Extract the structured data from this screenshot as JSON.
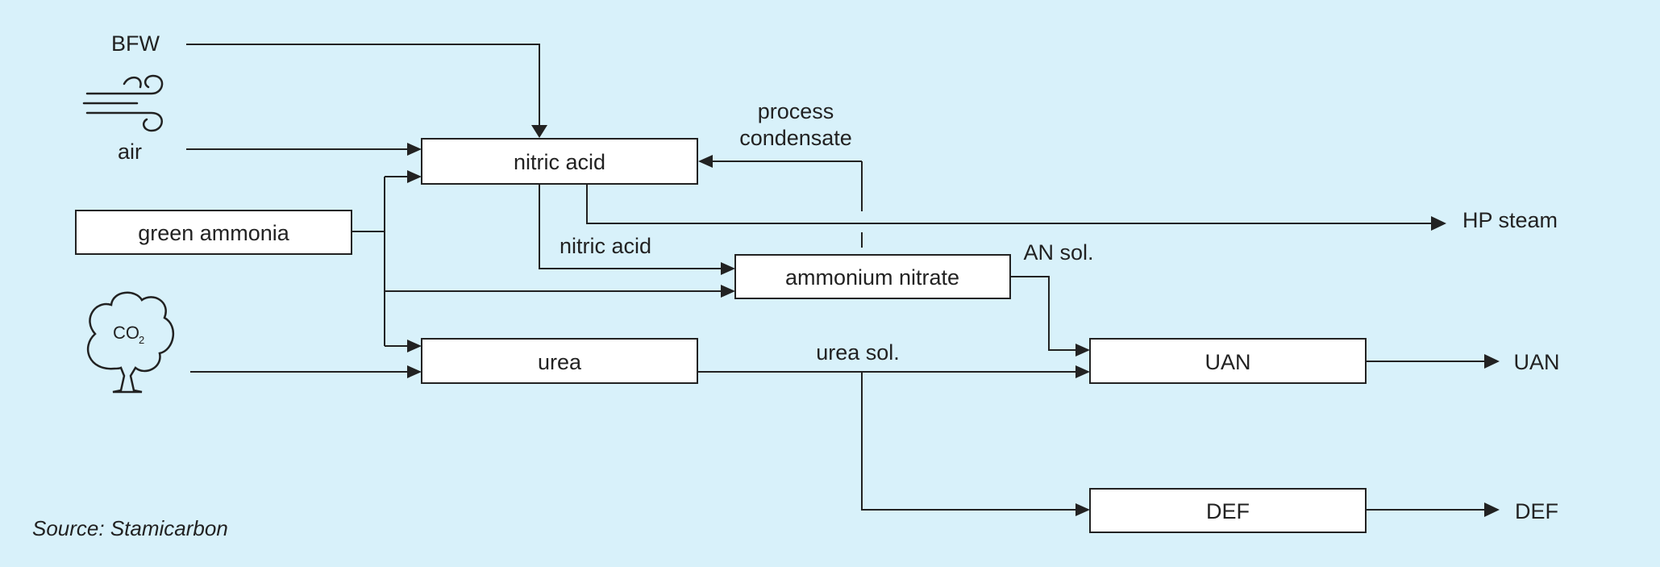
{
  "inputs": {
    "bfw": "BFW",
    "air": "air",
    "co2": "CO",
    "co2_sub": "2"
  },
  "boxes": {
    "green_ammonia": "green ammonia",
    "nitric_acid": "nitric acid",
    "ammonium_nitrate": "ammonium nitrate",
    "urea": "urea",
    "uan": "UAN",
    "def": "DEF"
  },
  "flow_labels": {
    "process_condensate_line1": "process",
    "process_condensate_line2": "condensate",
    "nitric_acid": "nitric acid",
    "an_sol": "AN sol.",
    "urea_sol": "urea sol."
  },
  "outputs": {
    "hp_steam": "HP steam",
    "uan": "UAN",
    "def": "DEF"
  },
  "source": "Source: Stamicarbon",
  "icons": [
    "wind-icon",
    "tree-cloud-icon"
  ],
  "colors": {
    "background": "#d8f1fa",
    "box_fill": "#ffffff",
    "line": "#222222"
  }
}
